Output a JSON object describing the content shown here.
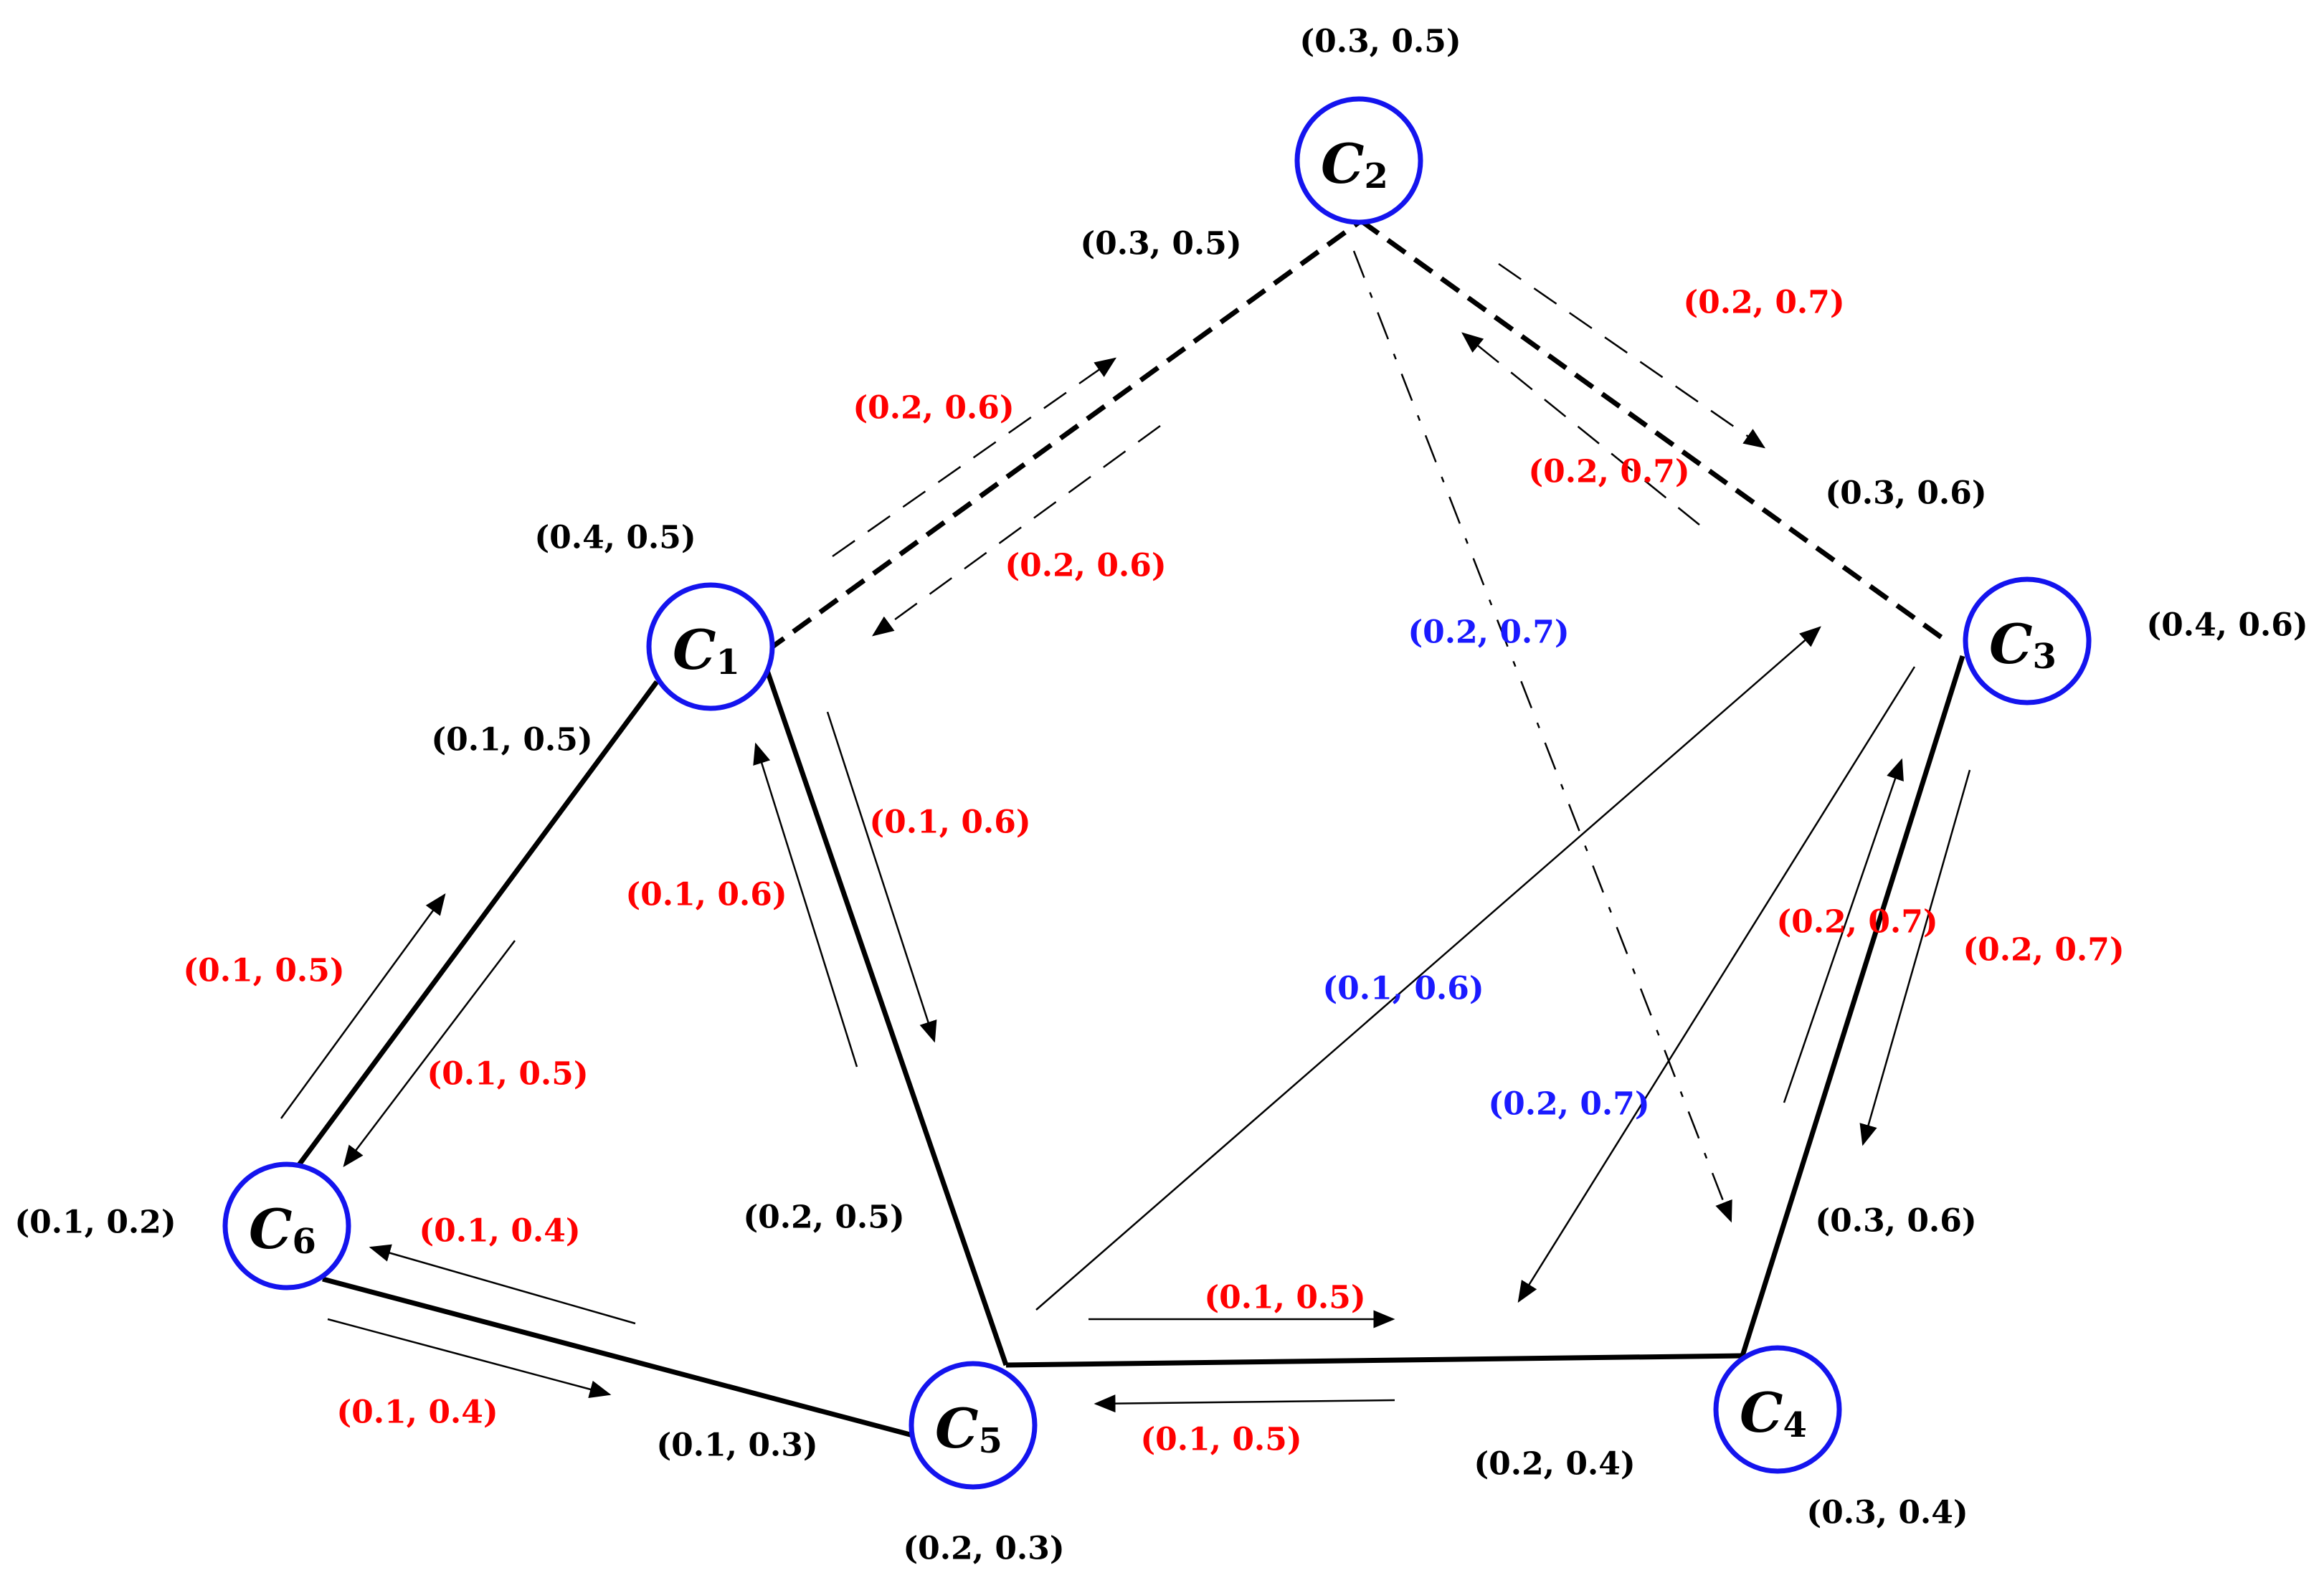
{
  "colors": {
    "node_stroke": "#1414ee",
    "edge": "#000000",
    "label_black": "#000000",
    "label_red": "#ff0000",
    "label_blue": "#1a1aff"
  },
  "nodes": [
    {
      "id": "C1",
      "letter": "C",
      "sub": "1",
      "value": "(0.4, 0.5)"
    },
    {
      "id": "C2",
      "letter": "C",
      "sub": "2",
      "value": "(0.3, 0.5)"
    },
    {
      "id": "C3",
      "letter": "C",
      "sub": "3",
      "value": "(0.4, 0.6)"
    },
    {
      "id": "C4",
      "letter": "C",
      "sub": "4",
      "value": "(0.3, 0.4)"
    },
    {
      "id": "C5",
      "letter": "C",
      "sub": "5",
      "value": "(0.2, 0.3)"
    },
    {
      "id": "C6",
      "letter": "C",
      "sub": "6",
      "value": "(0.1, 0.2)"
    }
  ],
  "edges": [
    {
      "from": "C1",
      "to": "C2",
      "style": "dashed",
      "value": "(0.3, 0.5)"
    },
    {
      "from": "C2",
      "to": "C3",
      "style": "dashed",
      "value": "(0.3, 0.6)"
    },
    {
      "from": "C3",
      "to": "C4",
      "style": "solid",
      "value": "(0.3, 0.6)"
    },
    {
      "from": "C4",
      "to": "C5",
      "style": "solid",
      "value": "(0.2, 0.4)"
    },
    {
      "from": "C5",
      "to": "C6",
      "style": "solid",
      "value": "(0.1, 0.3)"
    },
    {
      "from": "C6",
      "to": "C1",
      "style": "solid",
      "value": "(0.1, 0.5)"
    },
    {
      "from": "C1",
      "to": "C5",
      "style": "solid",
      "value": "(0.2, 0.5)"
    }
  ],
  "flows": [
    {
      "from": "C1",
      "to": "C2",
      "style": "dashed",
      "value": "(0.2, 0.6)",
      "color": "red"
    },
    {
      "from": "C2",
      "to": "C1",
      "style": "dashed",
      "value": "(0.2, 0.6)",
      "color": "red"
    },
    {
      "from": "C2",
      "to": "C3",
      "style": "dashed",
      "value": "(0.2, 0.7)",
      "color": "red"
    },
    {
      "from": "C3",
      "to": "C2",
      "style": "dashed",
      "value": "(0.2, 0.7)",
      "color": "red"
    },
    {
      "from": "C3",
      "to": "C4",
      "style": "solid",
      "value": "(0.2, 0.7)",
      "color": "red"
    },
    {
      "from": "C4",
      "to": "C3",
      "style": "solid",
      "value": "(0.2, 0.7)",
      "color": "red"
    },
    {
      "from": "C5",
      "to": "C4",
      "style": "solid",
      "value": "(0.1, 0.5)",
      "color": "red"
    },
    {
      "from": "C4",
      "to": "C5",
      "style": "solid",
      "value": "(0.1, 0.5)",
      "color": "red"
    },
    {
      "from": "C6",
      "to": "C5",
      "style": "solid",
      "value": "(0.1, 0.4)",
      "color": "red"
    },
    {
      "from": "C5",
      "to": "C6",
      "style": "solid",
      "value": "(0.1, 0.4)",
      "color": "red"
    },
    {
      "from": "C6",
      "to": "C1",
      "style": "solid",
      "value": "(0.1, 0.5)",
      "color": "red"
    },
    {
      "from": "C1",
      "to": "C6",
      "style": "solid",
      "value": "(0.1, 0.5)",
      "color": "red"
    },
    {
      "from": "C1",
      "to": "C5",
      "style": "solid",
      "value": "(0.1, 0.6)",
      "color": "red"
    },
    {
      "from": "C5",
      "to": "C1",
      "style": "solid",
      "value": "(0.1, 0.6)",
      "color": "red"
    },
    {
      "from": "C2",
      "to": "C4",
      "style": "dashed",
      "value": "(0.2, 0.7)",
      "color": "blue"
    },
    {
      "from": "C5",
      "to": "C3",
      "style": "solid",
      "value": "(0.1, 0.6)",
      "color": "blue"
    },
    {
      "from": "C3",
      "to": "C5",
      "style": "solid",
      "value": "(0.2, 0.7)",
      "color": "blue"
    }
  ]
}
